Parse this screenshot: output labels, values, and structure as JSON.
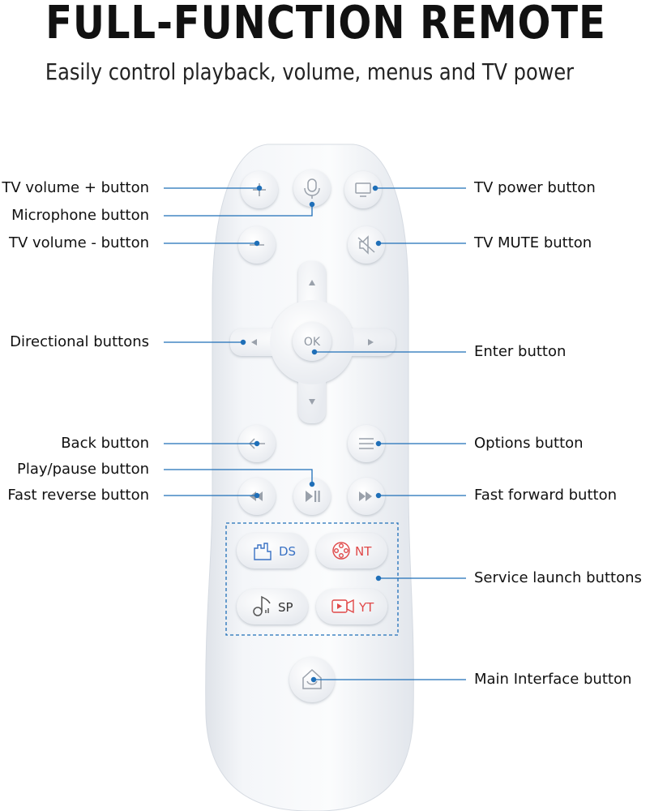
{
  "header": {
    "title": "FULL-FUNCTION REMOTE",
    "subtitle": "Easily control playback, volume, menus and TV power"
  },
  "labels": {
    "tv_volume_plus": "TV volume + button",
    "microphone": "Microphone button",
    "tv_volume_minus": "TV volume - button",
    "directional": "Directional buttons",
    "back": "Back button",
    "play_pause": "Play/pause button",
    "fast_reverse": "Fast reverse button",
    "tv_power": "TV power button",
    "tv_mute": "TV MUTE button",
    "enter": "Enter button",
    "options": "Options button",
    "fast_forward": "Fast forward button",
    "service_launch": "Service launch buttons",
    "main_interface": "Main Interface button"
  },
  "buttons": {
    "ok": "OK",
    "ds": "DS",
    "nt": "NT",
    "sp": "SP",
    "yt": "YT"
  },
  "colors": {
    "leader_line": "#1f6fb8",
    "remote_body": "#f3f5f8",
    "ds_blue": "#3a72c4",
    "nt_red": "#e04848",
    "yt_red": "#e04848"
  },
  "icons": {
    "volume_plus": "plus-icon",
    "microphone": "microphone-icon",
    "tv_power": "tv-icon",
    "volume_minus": "minus-icon",
    "mute": "speaker-mute-icon",
    "back": "arrow-left-icon",
    "options": "menu-lines-icon",
    "fast_reverse": "rewind-icon",
    "play_pause": "play-pause-icon",
    "fast_forward": "fast-forward-icon",
    "main_interface": "home-icon"
  }
}
